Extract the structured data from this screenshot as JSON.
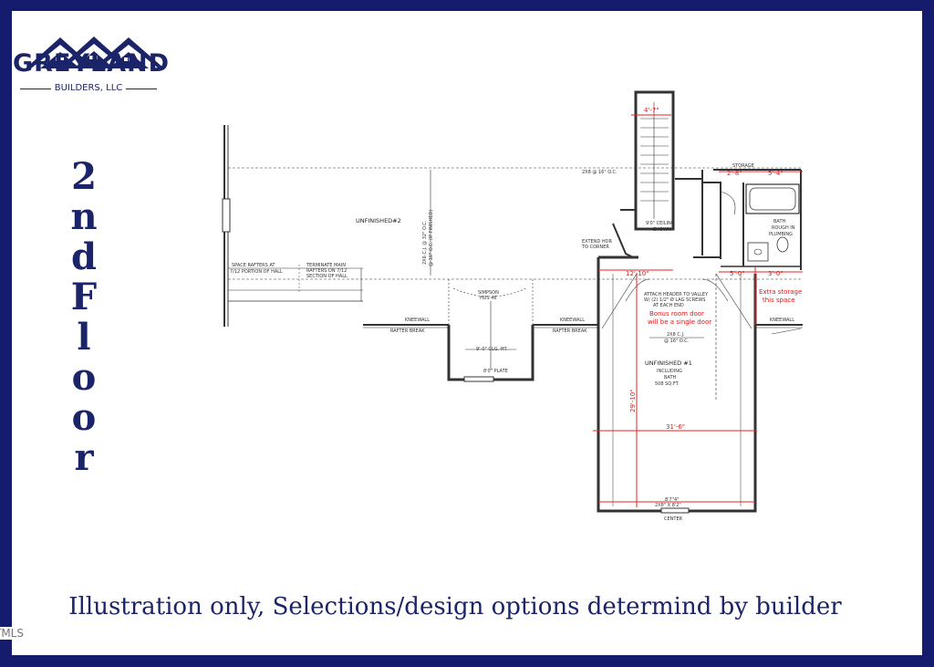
{
  "brand": {
    "name": "GREYLAND",
    "sub": "BUILDERS, LLC",
    "color": "#1b2468"
  },
  "floor_letters": [
    "2",
    "n",
    "d",
    "F",
    "l",
    "o",
    "o",
    "r"
  ],
  "caption": "Illustration only, Selections/design options determind by builder",
  "watermark": "TMLS",
  "plan": {
    "unfinished2": "UNFINISHED#2",
    "unfinished1": "UNFINISHED #1",
    "unfinished1_incl": "INCLUDING",
    "unfinished1_bath": "BATH",
    "unfinished1_sqft": "508 SQ.FT.",
    "storage": "STORAGE",
    "bath": "BATH",
    "bath_rough": "ROUGH IN",
    "bath_plumbing": "PLUMBING",
    "ceiling": "9'0\" CEILING",
    "ceiling_shown": "SHOWN",
    "extend": "EXTEND HDR",
    "extend2": "TO CORNER",
    "space_rafters": "SPACE RAFTERS AT",
    "space_rafters2": "7/12 PORTION OF HALL",
    "terminate": "TERMINATE MAIN",
    "terminate2": "RAFTERS ON 7/12",
    "terminate3": "SECTION OF HALL",
    "simpson": "SIMPSON",
    "simpson2": "HUS 46",
    "clg_ht": "9'-0\" CLG. HT.",
    "plate": "8'0\" PLATE",
    "kneewall": "KNEEWALL",
    "rafter_break": "RAFTER BREAK",
    "attach": "ATTACH HEADER TO VALLEY",
    "attach2": "W/ (2) 1/2\" Ø LAG SCREWS",
    "attach3": "AT EACH END",
    "center": "CENTER",
    "joist_top": "2X8 @ 16\" O.C.",
    "joist_mid": "2X8 C.J.",
    "joist_mid2": "@ 16\" O.C.",
    "joist_vert": "2X6 C.J. @ 32\" O.C.",
    "joist_vert2": "@ 16\" O.C. (IF FINISHED)",
    "bottom_dim": "8'7\"4\"",
    "bottom_plate": "2X8\" X 8'2\"",
    "note_bonus": "Bonus room door",
    "note_bonus2": "will be a single door",
    "note_storage": "Extra storage",
    "note_storage2": "this space",
    "dim_top_stair": "4'-7\"",
    "dim_storage_a": "2'-8\"",
    "dim_storage_b": "5'-4\"",
    "dim_bath_a": "5'-0\"",
    "dim_bath_b": "3'-0\"",
    "dim_mid": "12'-10\"",
    "dim_wide": "31'-6\"",
    "dim_vert": "29'-10\""
  }
}
